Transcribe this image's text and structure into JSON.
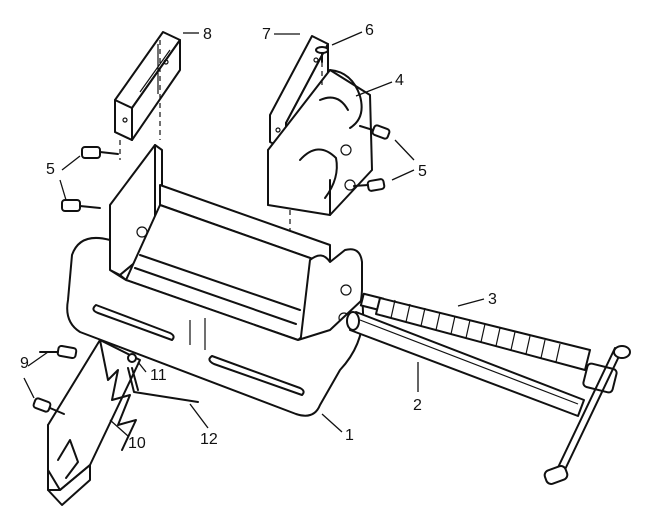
{
  "callouts": {
    "c1": "1",
    "c2": "2",
    "c3": "3",
    "c4": "4",
    "c5a": "5",
    "c5b": "5",
    "c6": "6",
    "c7": "7",
    "c8": "8",
    "c9": "9",
    "c10": "10",
    "c11": "11",
    "c12": "12"
  },
  "colors": {
    "ink": "#111111",
    "paper": "#ffffff"
  }
}
